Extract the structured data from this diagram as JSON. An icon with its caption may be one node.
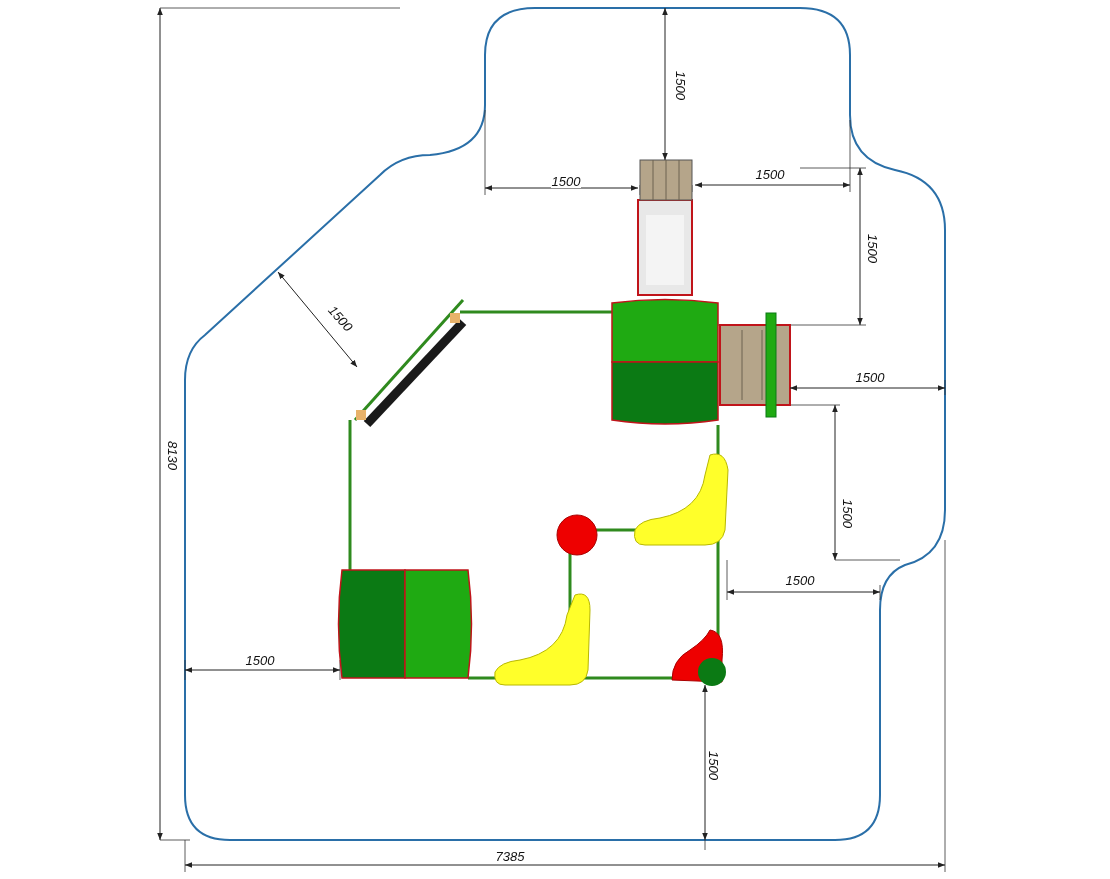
{
  "diagram": {
    "labels": [
      "1500",
      "1500",
      "1500",
      "1500",
      "1500",
      "1500",
      "8130",
      "1500",
      "1500",
      "1500",
      "1500",
      "7385"
    ]
  }
}
